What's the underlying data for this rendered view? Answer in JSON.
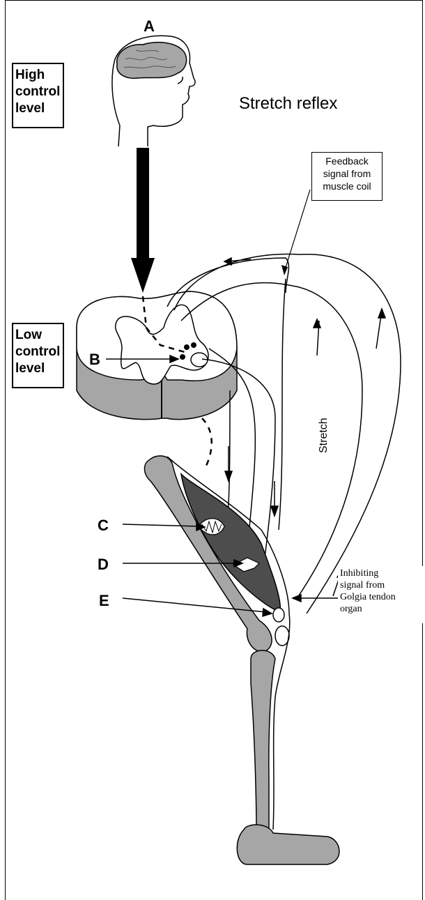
{
  "title": "Stretch reflex",
  "labels": {
    "a": "A",
    "b": "B",
    "c": "C",
    "d": "D",
    "e": "E"
  },
  "boxes": {
    "high_line1": "High",
    "high_line2": "control",
    "high_line3": "level",
    "low_line1": "Low",
    "low_line2": "control",
    "low_line3": "level",
    "feedback_line1": "Feedback",
    "feedback_line2": "signal from",
    "feedback_line3": "muscle coil",
    "inhib_line1": "Inhibiting",
    "inhib_line2": "signal from",
    "inhib_line3": "Golgia tendon",
    "inhib_line4": "organ"
  },
  "path_label": "Stretch",
  "colors": {
    "gray": "#a6a6a6",
    "dark_muscle": "#4d4d4d",
    "line": "#000000"
  }
}
